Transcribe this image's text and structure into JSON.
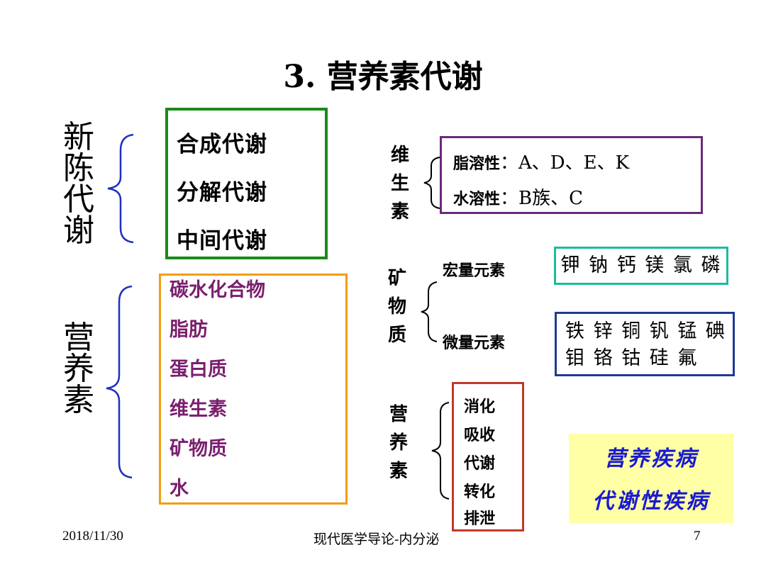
{
  "title": "3. 营养素代谢",
  "metabolism": {
    "side_label": [
      "新",
      "陈",
      "代",
      "谢"
    ],
    "items": [
      "合成代谢",
      "分解代谢",
      "中间代谢"
    ]
  },
  "nutrients": {
    "side_label": [
      "营",
      "养",
      "素"
    ],
    "items": [
      "碳水化合物",
      "脂肪",
      "蛋白质",
      "维生素",
      "矿物质",
      "水"
    ]
  },
  "vitamins": {
    "side_label": [
      "维",
      "生",
      "素"
    ],
    "fat_soluble_label": "脂溶性",
    "fat_soluble_value": "：A、D、E、K",
    "water_soluble_label": "水溶性",
    "water_soluble_value": "：B族、C"
  },
  "minerals": {
    "side_label": [
      "矿",
      "物",
      "质"
    ],
    "macro_label": "宏量元素",
    "macro_elements": "钾 钠 钙 镁 氯 磷",
    "micro_label": "微量元素",
    "micro_elements_line1": "铁 锌 铜 钒 锰 碘",
    "micro_elements_line2": "钼 铬 钴 硅 氟"
  },
  "processes": {
    "side_label": [
      "营",
      "养",
      "素"
    ],
    "items": [
      "消化",
      "吸收",
      "代谢",
      "转化",
      "排泄"
    ]
  },
  "diseases": [
    "营养疾病",
    "代谢性疾病"
  ],
  "footer": {
    "date": "2018/11/30",
    "course": "现代医学导论-内分泌",
    "page": "7"
  },
  "colors": {
    "green_border": "#1a8a1a",
    "orange_border": "#f39c12",
    "purple_border": "#6b2a7a",
    "teal_border": "#1abc9c",
    "blue_border": "#1f3a93",
    "red_border": "#c0392b",
    "highlight_bg": "#ffffa6",
    "highlight_text": "#1a1ad0",
    "nutrient_text": "#7a1f6e",
    "brace_blue": "#1f2fbf"
  }
}
